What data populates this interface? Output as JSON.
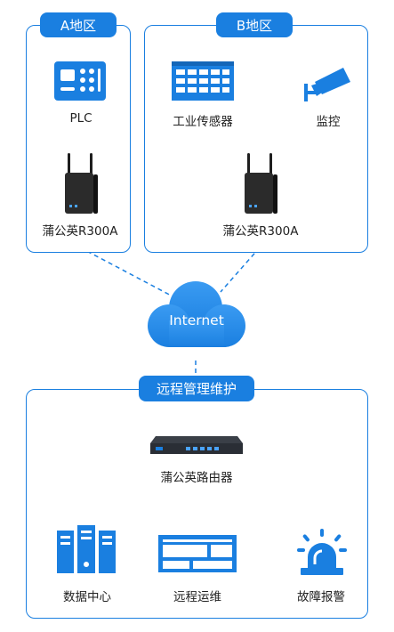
{
  "regions": {
    "a": {
      "title": "A地区",
      "device_label": "PLC",
      "router_label": "蒲公英R300A"
    },
    "b": {
      "title": "B地区",
      "sensor_label": "工业传感器",
      "camera_label": "监控",
      "router_label": "蒲公英R300A"
    }
  },
  "cloud": {
    "label": "Internet"
  },
  "management": {
    "title": "远程管理维护",
    "router_label": "蒲公英路由器",
    "items": [
      {
        "label": "数据中心"
      },
      {
        "label": "远程运维"
      },
      {
        "label": "故障报警"
      }
    ]
  },
  "colors": {
    "accent": "#1a7fe0",
    "accent_light": "#3a9bf2"
  }
}
